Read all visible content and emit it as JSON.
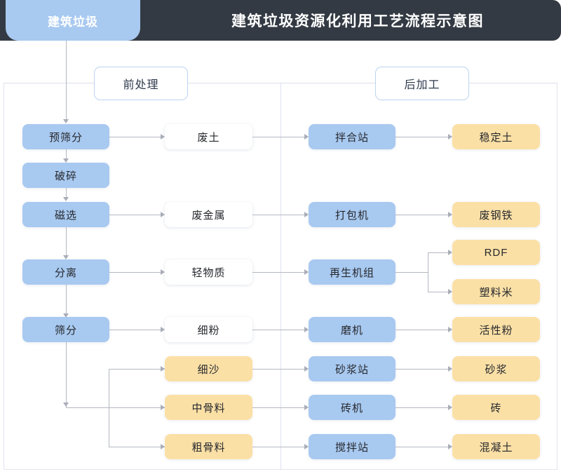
{
  "header": {
    "title": "建筑垃圾资源化利用工艺流程示意图",
    "tab_label": "建筑垃圾",
    "bar_color": "#333a43",
    "tab_color": "#a8c9f0"
  },
  "sections": [
    {
      "label": "前处理"
    },
    {
      "label": "后加工"
    }
  ],
  "palette": {
    "blue": "#a8c9f0",
    "yellow": "#fbe0a6",
    "white": "#ffffff",
    "line": "#b4b8c2",
    "chip_border": "#bcd3f0",
    "panel_border": "#e2e4ef"
  },
  "nodes": {
    "c1": [
      {
        "label": "预筛分",
        "kind": "blue"
      },
      {
        "label": "破碎",
        "kind": "blue"
      },
      {
        "label": "磁选",
        "kind": "blue"
      },
      {
        "label": "分离",
        "kind": "blue"
      },
      {
        "label": "筛分",
        "kind": "blue"
      }
    ],
    "c2": [
      {
        "label": "废土",
        "kind": "white"
      },
      {
        "label": "废金属",
        "kind": "white"
      },
      {
        "label": "轻物质",
        "kind": "white"
      },
      {
        "label": "细粉",
        "kind": "white"
      },
      {
        "label": "细沙",
        "kind": "yellow"
      },
      {
        "label": "中骨料",
        "kind": "yellow"
      },
      {
        "label": "粗骨料",
        "kind": "yellow"
      }
    ],
    "c3": [
      {
        "label": "拌合站",
        "kind": "blue"
      },
      {
        "label": "打包机",
        "kind": "blue"
      },
      {
        "label": "再生机组",
        "kind": "blue"
      },
      {
        "label": "磨机",
        "kind": "blue"
      },
      {
        "label": "砂浆站",
        "kind": "blue"
      },
      {
        "label": "砖机",
        "kind": "blue"
      },
      {
        "label": "搅拌站",
        "kind": "blue"
      }
    ],
    "c4": [
      {
        "label": "稳定土",
        "kind": "yellow"
      },
      {
        "label": "废钢铁",
        "kind": "yellow"
      },
      {
        "label": "RDF",
        "kind": "yellow"
      },
      {
        "label": "塑料米",
        "kind": "yellow"
      },
      {
        "label": "活性粉",
        "kind": "yellow"
      },
      {
        "label": "砂浆",
        "kind": "yellow"
      },
      {
        "label": "砖",
        "kind": "yellow"
      },
      {
        "label": "混凝土",
        "kind": "yellow"
      }
    ]
  },
  "chart_data": {
    "type": "diagram",
    "title": "建筑垃圾资源化利用工艺流程示意图",
    "stages": [
      "前处理",
      "后加工"
    ],
    "flows": [
      "建筑垃圾 → 预筛分",
      "预筛分 → 破碎",
      "预筛分 → 废土 → 拌合站 → 稳定土",
      "破碎 → 磁选",
      "磁选 → 废金属 → 打包机 → 废钢铁",
      "磁选 → 分离",
      "分离 → 轻物质 → 再生机组 → RDF",
      "再生机组 → 塑料米",
      "分离 → 筛分",
      "筛分 → 细粉 → 磨机 → 活性粉",
      "筛分 → 细沙 → 砂浆站 → 砂浆",
      "筛分 → 中骨料 → 砖机 → 砖",
      "筛分 → 粗骨料 → 搅拌站 → 混凝土"
    ]
  }
}
